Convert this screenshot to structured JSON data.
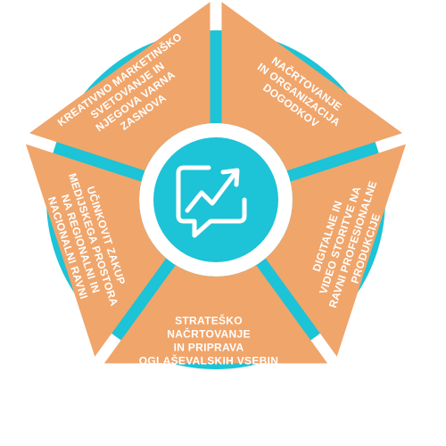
{
  "colors": {
    "segment": "#f0a56b",
    "ring": "#1dc3d6",
    "hub": "#1dc3d6",
    "text": "#ffffff",
    "background": "#ffffff"
  },
  "hub": {
    "icon": "chat-growth-chart-icon"
  },
  "segments": [
    {
      "lines": [
        "KREATIVNO MARKETINŠKO",
        "SVETOVANJE IN",
        "NJEGOVA VARNA",
        "ZASNOVA"
      ]
    },
    {
      "lines": [
        "NAČRTOVANJE",
        "IN ORGANIZACIJA",
        "DOGODKOV"
      ]
    },
    {
      "lines": [
        "DIGITALNE IN",
        "VIDEO STORITVE NA",
        "RAVNI PROFESIONALNE",
        "PRODUKCIJE"
      ]
    },
    {
      "lines": [
        "STRATEŠKO",
        "NAČRTOVANJE",
        "IN PRIPRAVA",
        "OGLAŠEVALSKIH VSEBIN"
      ]
    },
    {
      "lines": [
        "UČINKOVIT ZAKUP",
        "MEDIJSKEGA PROSTORA",
        "NA REGIONALNI IN",
        "NACIONALNI RAVNI"
      ]
    }
  ]
}
